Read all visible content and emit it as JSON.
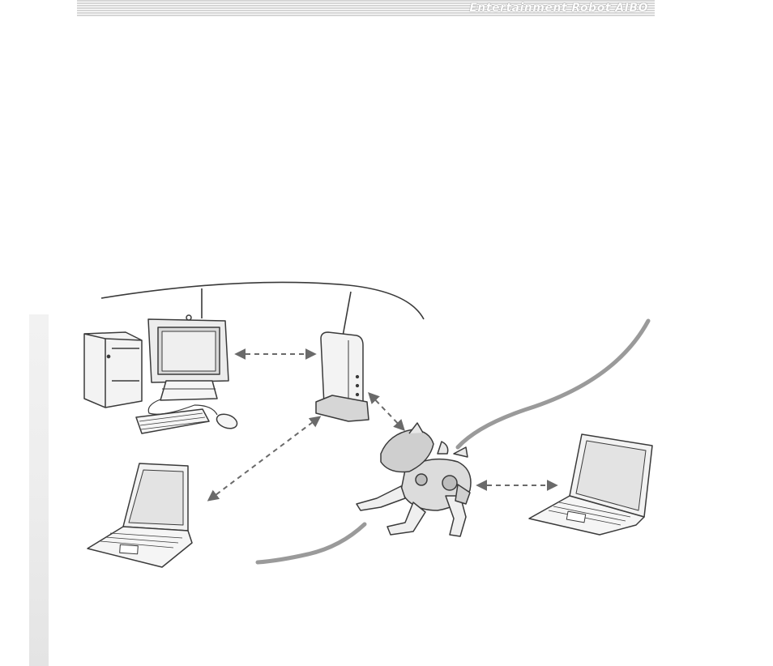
{
  "header": {
    "title": "Entertainment Robot AIBO"
  },
  "illustration": {
    "devices": [
      "desktop-pc",
      "wireless-access-point",
      "laptop-left",
      "laptop-right",
      "aibo-robot"
    ],
    "icons": {
      "desktop": "desktop-computer-icon",
      "access_point": "wireless-access-point-icon",
      "laptop": "laptop-icon",
      "robot": "robot-dog-icon",
      "arrow": "double-arrow-dashed-icon"
    },
    "colors": {
      "line": "#3a3a3a",
      "arrow": "#6a6a6a",
      "wall": "#9a9a9a"
    }
  }
}
